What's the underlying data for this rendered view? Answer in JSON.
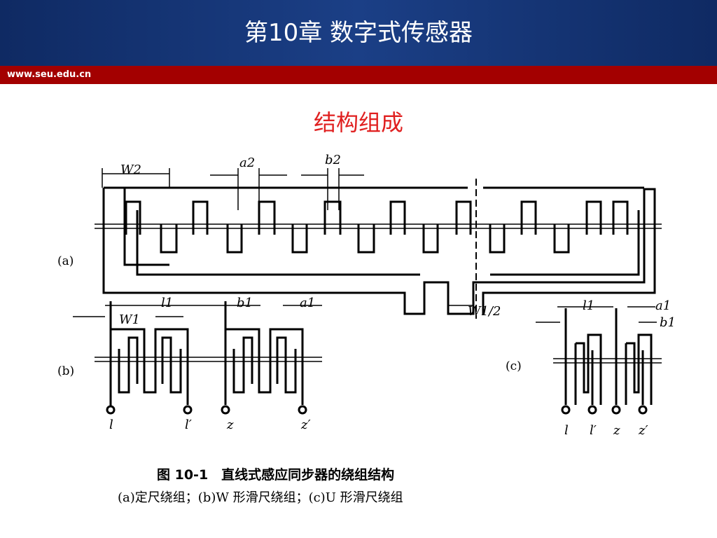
{
  "header": {
    "title": "第10章 数字式传感器",
    "url": "www.seu.edu.cn"
  },
  "section_title": "结构组成",
  "figure": {
    "panel_labels": {
      "a": "(a)",
      "b": "(b)",
      "c": "(c)"
    },
    "dimension_labels": {
      "W2": "W2",
      "a2": "a2",
      "b2": "b2",
      "W1_half": "W1/2",
      "l1_b": "l1",
      "b1_b": "b1",
      "a1_b": "a1",
      "W1": "W1",
      "l1_c": "l1",
      "a1_c": "a1",
      "b1_c": "b1"
    },
    "terminals_b": [
      "l",
      "l′",
      "z",
      "z′"
    ],
    "terminals_c": [
      "l",
      "l′",
      "z",
      "z′"
    ],
    "caption": "图 10-1　直线式感应同步器的绕组结构",
    "subcaption": "(a)定尺绕组；(b)W 形滑尺绕组；(c)U 形滑尺绕组"
  },
  "colors": {
    "header_bg": "#1b3f86",
    "url_bar": "#a30000",
    "section_title": "#e02020"
  }
}
